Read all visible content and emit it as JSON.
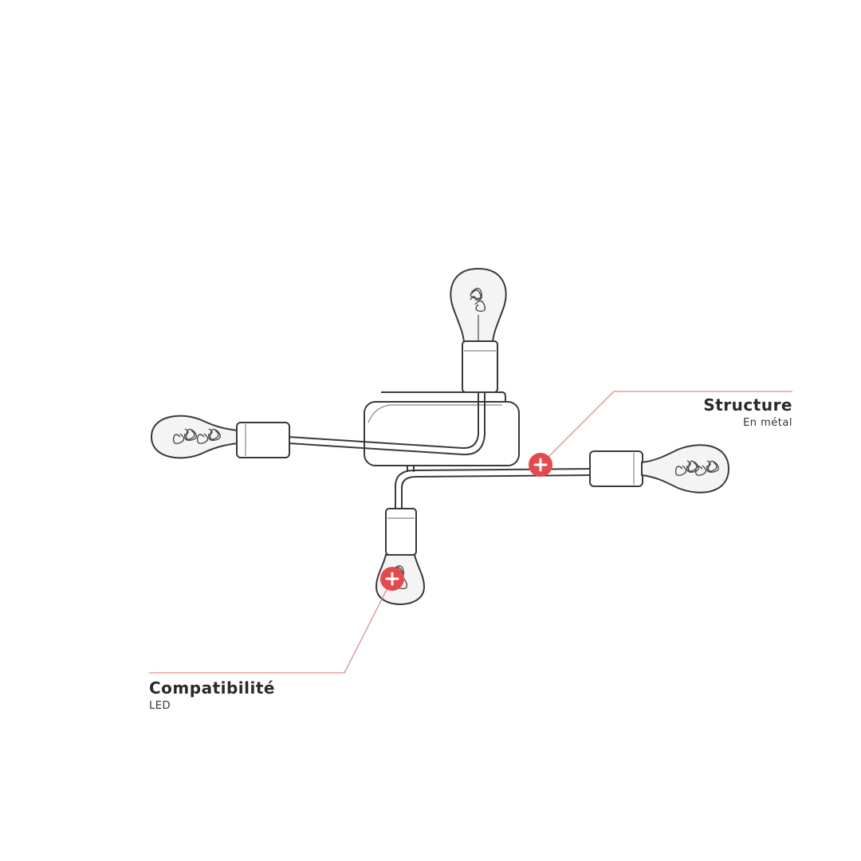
{
  "annotations": [
    {
      "title": "Structure",
      "subtitle": "En métal"
    },
    {
      "title": "Compatibilité",
      "subtitle": "LED"
    }
  ],
  "hotspot": {
    "symbol": "+"
  },
  "colors": {
    "accent": "#e5484d",
    "leader_line": "#e66a6a",
    "sketch": "#3a3a3a",
    "text": "#2a2a2a"
  },
  "icons": [
    "plus-icon"
  ]
}
